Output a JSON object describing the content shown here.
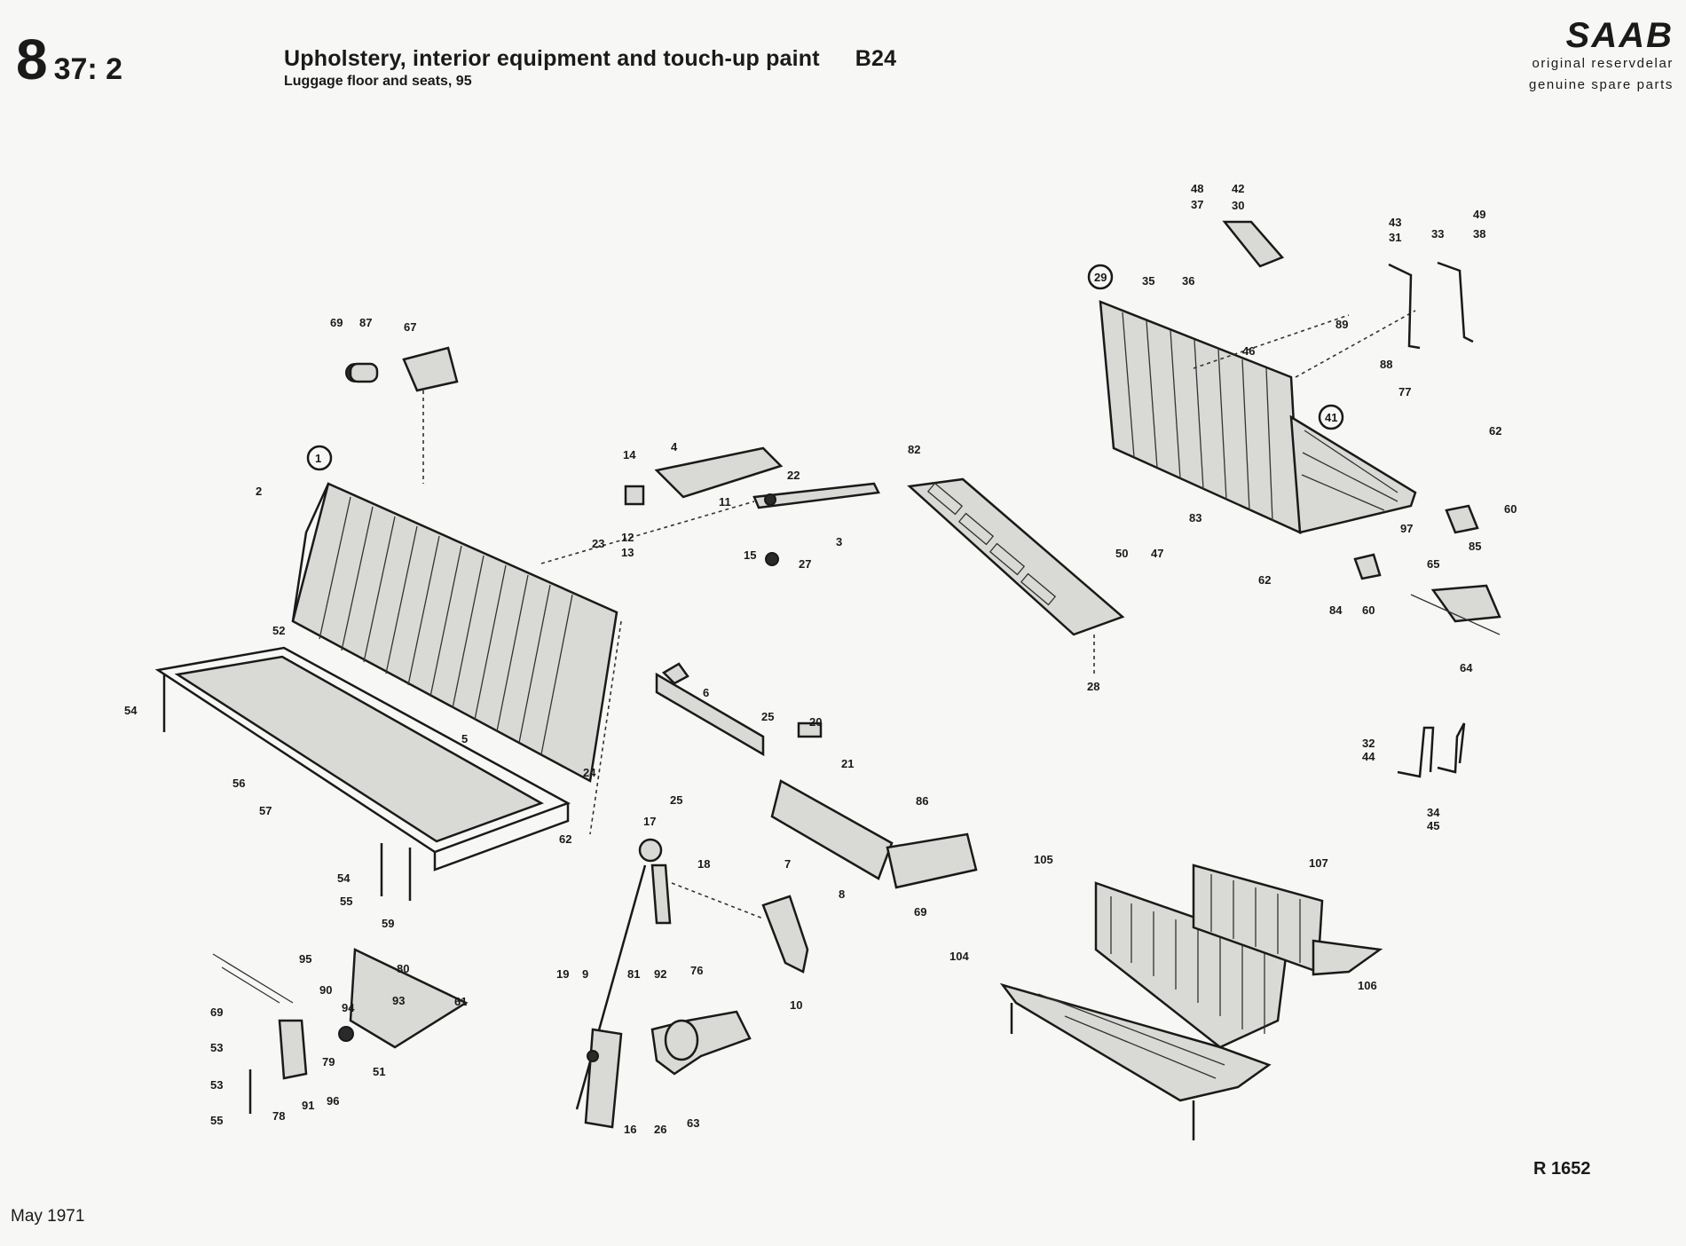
{
  "header": {
    "section_major": "8",
    "section_minor": "37: 2",
    "title": "Upholstery, interior equipment and touch-up paint",
    "model": "B24",
    "subtitle": "Luggage floor and seats, 95"
  },
  "brand": {
    "logo": "SAAB",
    "line1": "original reservdelar",
    "line2": "genuine spare parts"
  },
  "footer": {
    "date": "May 1971",
    "ref": "R 1652"
  },
  "callouts": {
    "c1": "1",
    "c2": "2",
    "c3": "3",
    "c4": "4",
    "c5": "5",
    "c6": "6",
    "c7": "7",
    "c8": "8",
    "c9": "9",
    "c10": "10",
    "c11": "11",
    "c12": "12",
    "c13": "13",
    "c14": "14",
    "c15": "15",
    "c16": "16",
    "c17": "17",
    "c18": "18",
    "c19": "19",
    "c20": "20",
    "c21": "21",
    "c22": "22",
    "c23": "23",
    "c24": "24",
    "c25a": "25",
    "c25b": "25",
    "c26": "26",
    "c27": "27",
    "c28": "28",
    "c29": "29",
    "c30": "30",
    "c31": "31",
    "c32": "32",
    "c33": "33",
    "c34": "34",
    "c35": "35",
    "c36": "36",
    "c37": "37",
    "c38": "38",
    "c41": "41",
    "c42": "42",
    "c43": "43",
    "c44": "44",
    "c45": "45",
    "c46": "46",
    "c47": "47",
    "c48": "48",
    "c49": "49",
    "c50": "50",
    "c51": "51",
    "c52": "52",
    "c53a": "53",
    "c53b": "53",
    "c54a": "54",
    "c54b": "54",
    "c55a": "55",
    "c55b": "55",
    "c56": "56",
    "c57": "57",
    "c59": "59",
    "c60a": "60",
    "c60b": "60",
    "c61": "61",
    "c62a": "62",
    "c62b": "62",
    "c62c": "62",
    "c63": "63",
    "c64": "64",
    "c65": "65",
    "c67": "67",
    "c69a": "69",
    "c69b": "69",
    "c69c": "69",
    "c76": "76",
    "c77": "77",
    "c78": "78",
    "c79": "79",
    "c80": "80",
    "c81": "81",
    "c82": "82",
    "c83": "83",
    "c84": "84",
    "c85": "85",
    "c86": "86",
    "c87": "87",
    "c88": "88",
    "c89": "89",
    "c90": "90",
    "c91": "91",
    "c92": "92",
    "c93": "93",
    "c94": "94",
    "c95": "95",
    "c96": "96",
    "c97": "97",
    "c104": "104",
    "c105": "105",
    "c106": "106",
    "c107": "107"
  }
}
